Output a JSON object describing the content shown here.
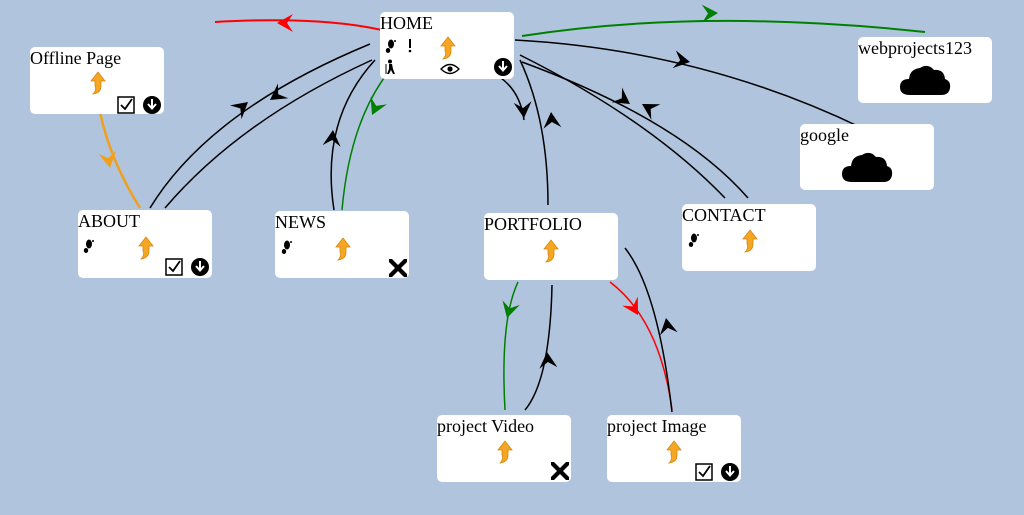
{
  "nodes": {
    "home": {
      "label": "HOME"
    },
    "offline": {
      "label": "Offline Page"
    },
    "webprojects": {
      "label": "webprojects123"
    },
    "google": {
      "label": "google"
    },
    "about": {
      "label": "ABOUT"
    },
    "news": {
      "label": "NEWS"
    },
    "portfolio": {
      "label": "PORTFOLIO"
    },
    "contact": {
      "label": "CONTACT"
    },
    "project_video": {
      "label": "project Video"
    },
    "project_image": {
      "label": "project Image"
    }
  },
  "colors": {
    "background": "#b0c4de",
    "node_fill": "#ffffff",
    "edge_default": "#000000",
    "edge_green": "#008000",
    "edge_red": "#ff0000",
    "edge_orange": "#f0a020",
    "icon_orange": "#f5a623"
  },
  "icons": [
    "footprint-icon",
    "hiker-icon",
    "eye-icon",
    "up-arrow-icon",
    "cloud-icon",
    "checkbox-icon",
    "download-icon",
    "close-icon"
  ]
}
